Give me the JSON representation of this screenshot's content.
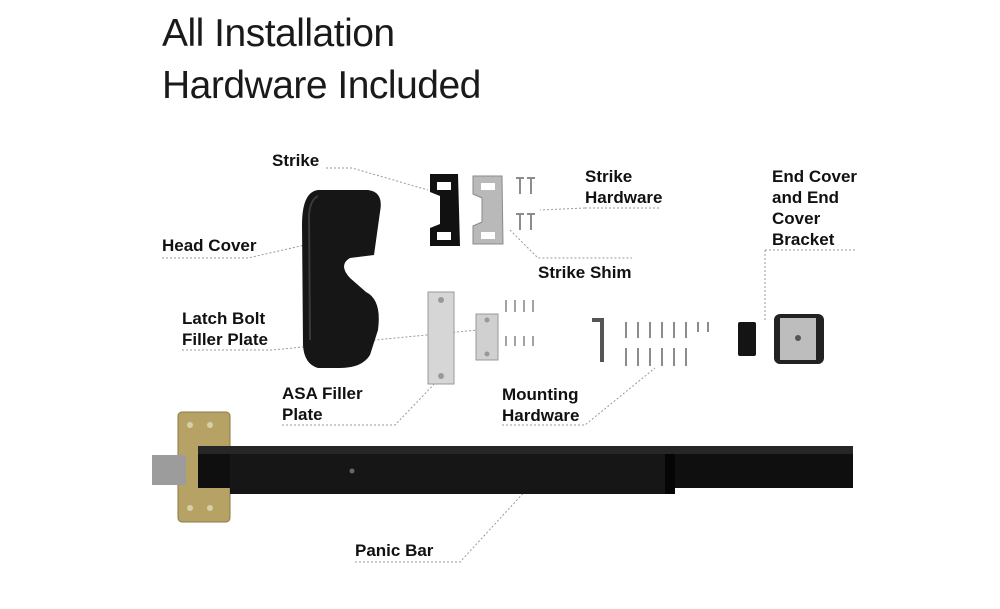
{
  "title": {
    "line1": "All Installation",
    "line2": "Hardware Included"
  },
  "labels": {
    "strike": "Strike",
    "strike_hardware_1": "Strike",
    "strike_hardware_2": "Hardware",
    "head_cover": "Head Cover",
    "strike_shim": "Strike Shim",
    "end_cover_1": "End Cover",
    "end_cover_2": "and End",
    "end_cover_3": "Cover",
    "end_cover_4": "Bracket",
    "latch_bolt_1": "Latch Bolt",
    "latch_bolt_2": "Filler Plate",
    "asa_1": "ASA Filler",
    "asa_2": "Plate",
    "mounting_1": "Mounting",
    "mounting_2": "Hardware",
    "panic_bar": "Panic Bar"
  },
  "colors": {
    "part_black": "#161616",
    "steel": "#c9c9c9",
    "brass": "#b7a266",
    "leader": "#9a9a9a"
  }
}
